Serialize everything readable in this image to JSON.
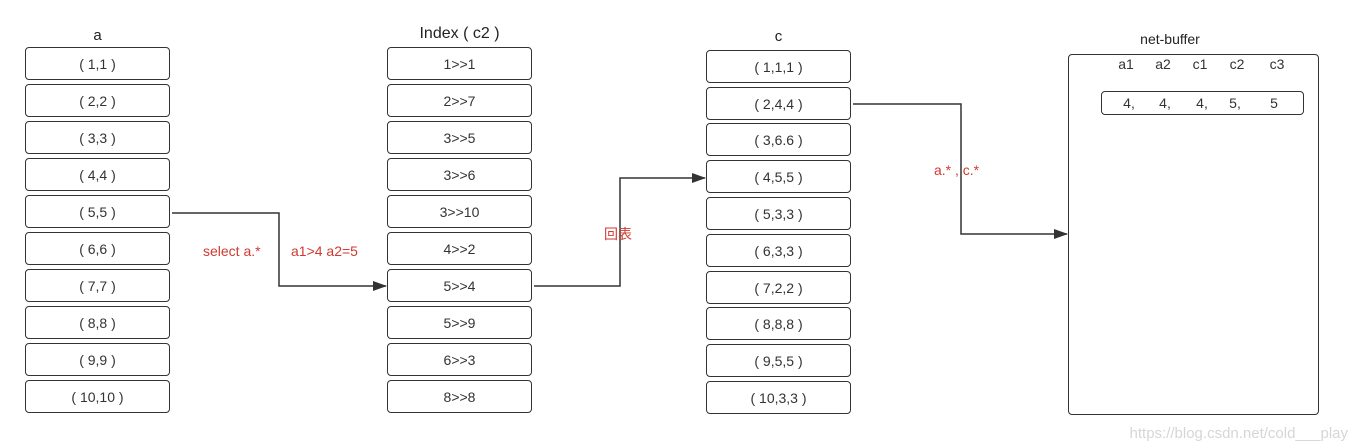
{
  "tables": {
    "a": {
      "title": "a",
      "rows": [
        "( 1,1 )",
        "( 2,2 )",
        "( 3,3 )",
        "( 4,4 )",
        "( 5,5 )",
        "( 6,6 )",
        "( 7,7 )",
        "( 8,8 )",
        "( 9,9 )",
        "( 10,10 )"
      ]
    },
    "index": {
      "title": "Index ( c2 )",
      "rows": [
        "1>>1",
        "2>>7",
        "3>>5",
        "3>>6",
        "3>>10",
        "4>>2",
        "5>>4",
        "5>>9",
        "6>>3",
        "8>>8"
      ]
    },
    "c": {
      "title": "c",
      "rows": [
        "( 1,1,1 )",
        "( 2,4,4 )",
        "( 3,6.6 )",
        "( 4,5,5 )",
        "( 5,3,3 )",
        "( 6,3,3 )",
        "( 7,2,2 )",
        "( 8,8,8 )",
        "( 9,5,5 )",
        "( 10,3,3 )"
      ]
    }
  },
  "labels": {
    "select": "select a.*",
    "condition": "a1>4  a2=5",
    "lookup": "回表",
    "projection": "a.* , c.*"
  },
  "net_buffer": {
    "title": "net-buffer",
    "headers": [
      "a1",
      "a2",
      "c1",
      "c2",
      "c3"
    ],
    "row": [
      "4,",
      "4,",
      "4,",
      "5,",
      "5"
    ]
  },
  "watermark": "https://blog.csdn.net/cold___play",
  "colors": {
    "line": "#333333",
    "label": "#d03a30"
  }
}
